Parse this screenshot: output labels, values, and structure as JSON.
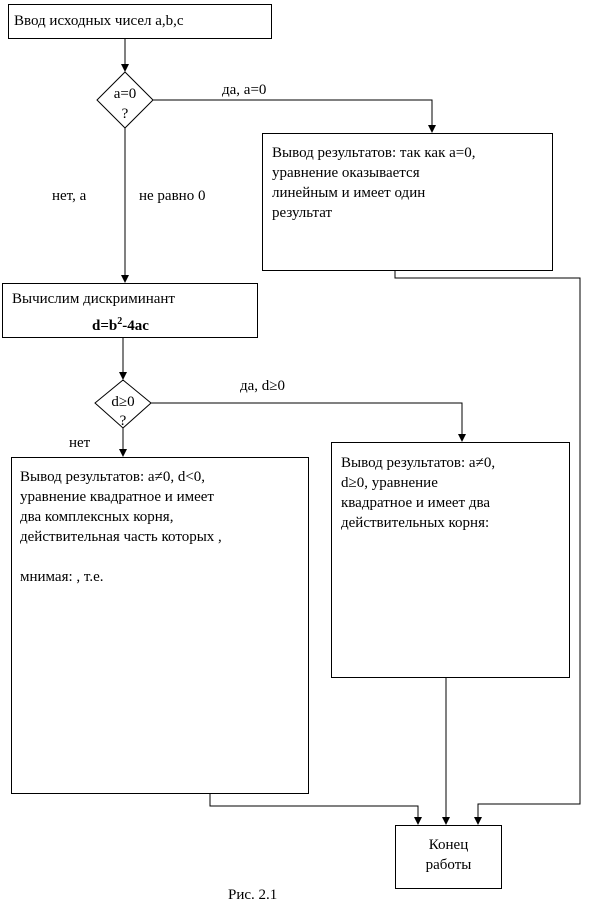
{
  "start": {
    "text": "Ввод исходных чисел a,b,c"
  },
  "decision1": {
    "line1": "a=0",
    "line2": "?",
    "yes_label": "да, a=0",
    "no_label_left": "нет, а",
    "no_label_right": "не равно 0"
  },
  "result_linear": {
    "text": "Вывод результатов: так как a=0,\nуравнение оказывается\nлинейным и имеет один\nрезультат"
  },
  "discriminant": {
    "title": "Вычислим дискриминант",
    "formula_prefix": "d=b",
    "formula_sup": "2",
    "formula_suffix": "-4ac"
  },
  "decision2": {
    "line1": "d≥0",
    "line2": "?",
    "yes_label": "да, d≥0",
    "no_label": "нет"
  },
  "result_complex": {
    "text": "Вывод результатов: a≠0, d<0,\nуравнение квадратное и имеет\nдва комплексных корня,\nдействительная часть которых  ,\n\nмнимая:  , т.е."
  },
  "result_real": {
    "text": "Вывод результатов: a≠0,\nd≥0, уравнение\nквадратное и имеет два\nдействительных корня:"
  },
  "end": {
    "text": "Конец\nработы"
  },
  "caption": {
    "text": "Рис. 2.1"
  }
}
